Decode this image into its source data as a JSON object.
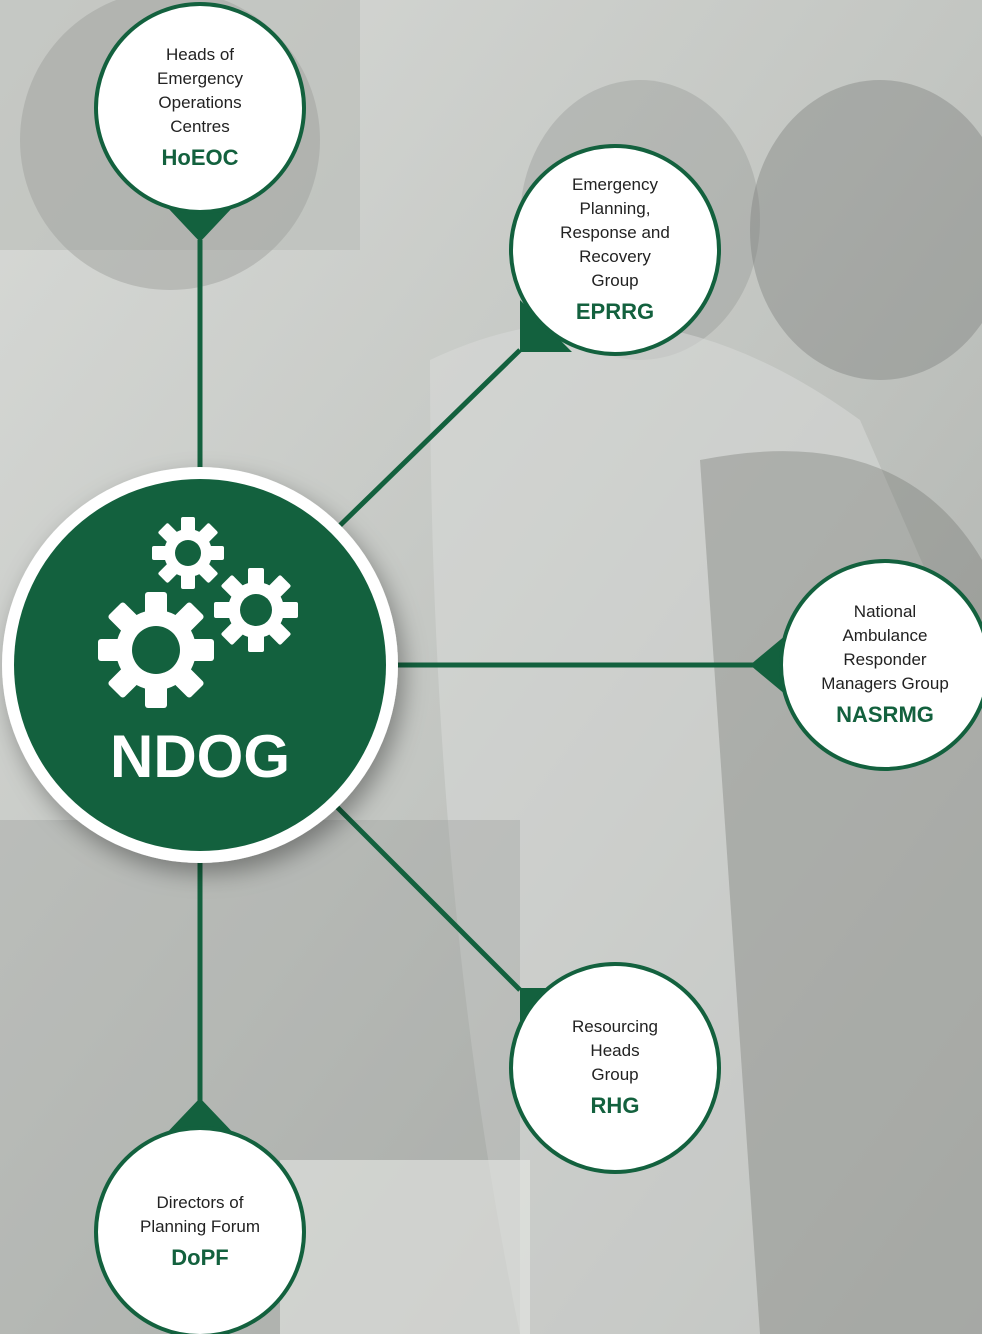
{
  "colors": {
    "brand_green": "#13613e",
    "node_fill": "#ffffff",
    "text": "#222222"
  },
  "center": {
    "label": "NDOG",
    "icon": "gears-icon"
  },
  "nodes": {
    "hoeoc": {
      "desc": "Heads of\nEmergency\nOperations\nCentres",
      "abbr": "HoEOC"
    },
    "eprrg": {
      "desc": "Emergency\nPlanning,\nResponse and\nRecovery\nGroup",
      "abbr": "EPRRG"
    },
    "nasrmg": {
      "desc": "National\nAmbulance\nResponder\nManagers Group",
      "abbr": "NASRMG"
    },
    "rhg": {
      "desc": "Resourcing\nHeads\nGroup",
      "abbr": "RHG"
    },
    "dopf": {
      "desc": "Directors of\nPlanning Forum",
      "abbr": "DoPF"
    }
  }
}
